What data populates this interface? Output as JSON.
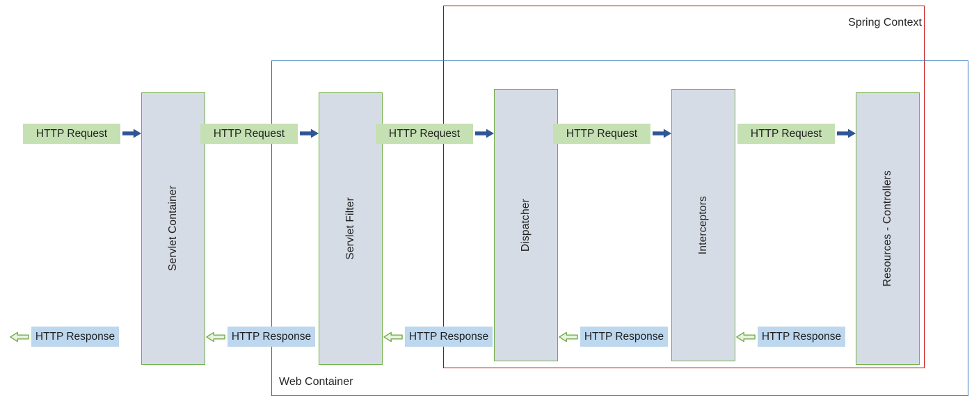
{
  "frames": {
    "spring_context": {
      "label": "Spring Context"
    },
    "web_container": {
      "label": "Web Container"
    }
  },
  "boxes": [
    {
      "label": "Servlet Container"
    },
    {
      "label": "Servlet Filter"
    },
    {
      "label": "Dispatcher"
    },
    {
      "label": "Interceptors"
    },
    {
      "label": "Resources - Controllers"
    }
  ],
  "labels": {
    "request": "HTTP Request",
    "response": "HTTP Response"
  },
  "colors": {
    "spring_frame_border": "#c00000",
    "web_frame_border": "#2e75b6",
    "box_fill": "#d6dce5",
    "box_border": "#70ad47",
    "request_bg": "#c5e0b3",
    "response_bg": "#bdd7ee",
    "request_arrow": "#2f5597",
    "response_arrow_fill": "#e9f2e3",
    "response_arrow_border": "#70ad47"
  }
}
